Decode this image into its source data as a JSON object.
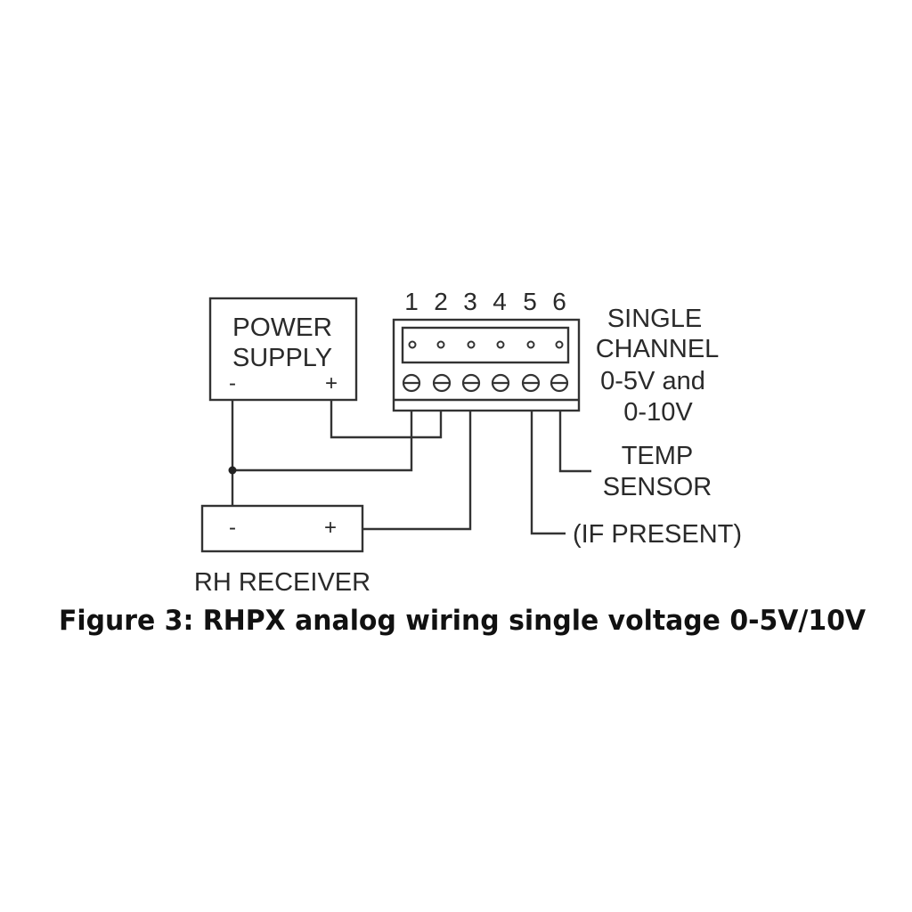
{
  "diagram": {
    "power_supply": {
      "title_line1": "POWER",
      "title_line2": "SUPPLY",
      "neg": "-",
      "pos": "+"
    },
    "terminal_block": {
      "numbers": [
        "1",
        "2",
        "3",
        "4",
        "5",
        "6"
      ]
    },
    "channel_label": {
      "line1": "SINGLE",
      "line2": "CHANNEL",
      "line3": "0-5V and",
      "line4": "0-10V"
    },
    "temp_sensor": {
      "line1": "TEMP",
      "line2": "SENSOR"
    },
    "if_present": "(IF PRESENT)",
    "rh_receiver": {
      "neg": "-",
      "pos": "+",
      "label": "RH RECEIVER"
    },
    "connections": [
      {
        "from": "power_supply.neg",
        "to": "rh_receiver.neg"
      },
      {
        "from": "power_supply.neg",
        "to": "terminal_1"
      },
      {
        "from": "power_supply.pos",
        "to": "terminal_2"
      },
      {
        "from": "terminal_3",
        "to": "rh_receiver.pos"
      },
      {
        "from": "terminal_5",
        "to": "temp_sensor (if present)"
      },
      {
        "from": "terminal_6",
        "to": "temp_sensor"
      }
    ]
  },
  "caption": "Figure 3: RHPX analog wiring single voltage 0-5V/10V"
}
